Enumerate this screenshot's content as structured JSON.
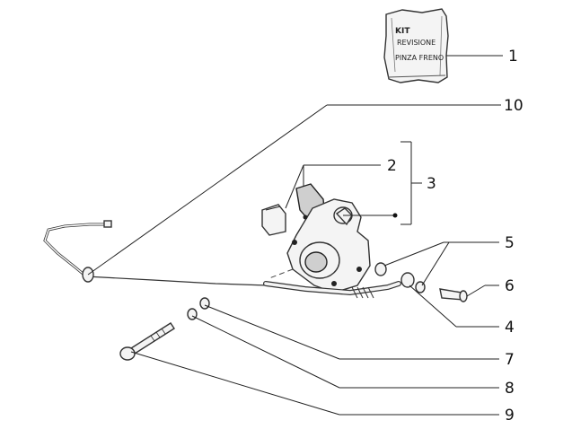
{
  "callouts": {
    "c1": "1",
    "c2": "2",
    "c3": "3",
    "c4": "4",
    "c5": "5",
    "c6": "6",
    "c7": "7",
    "c8": "8",
    "c9": "9",
    "c10": "10"
  },
  "kit_label": {
    "line1": "KIT",
    "line2": "REVISIONE",
    "line3": "PINZA FRENO"
  }
}
